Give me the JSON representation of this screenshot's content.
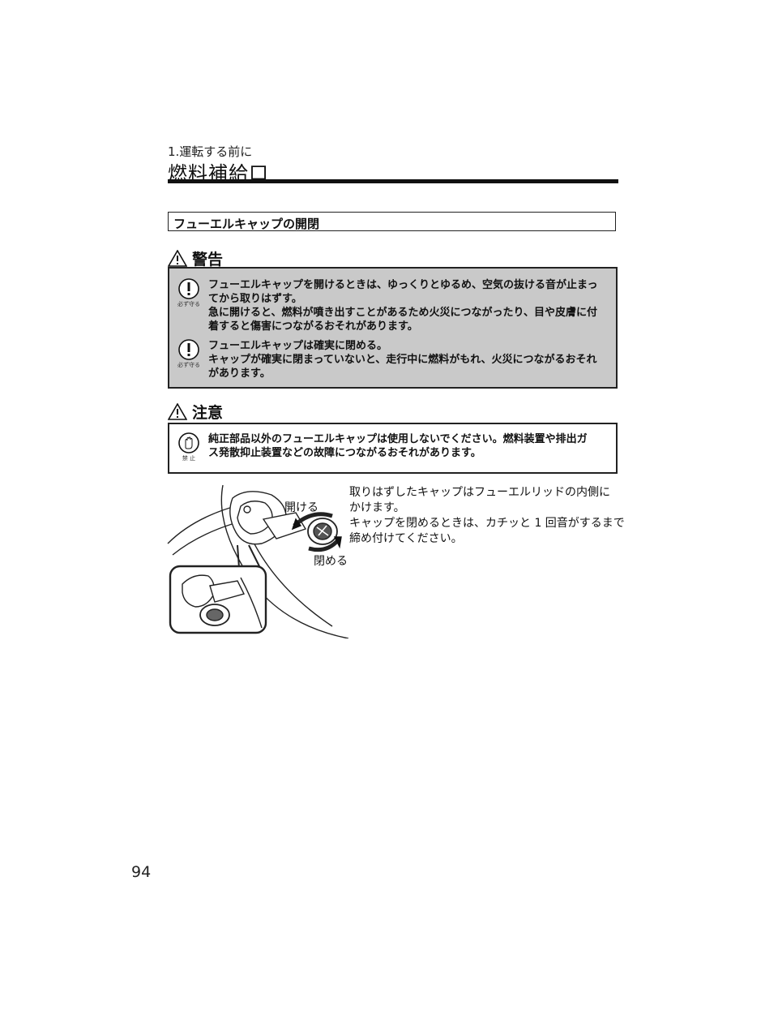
{
  "header": {
    "chapter": "1.運転する前に",
    "title": "燃料補給口"
  },
  "section": {
    "title": "フューエルキャップの開閉"
  },
  "warning": {
    "heading": "警告",
    "items": [
      {
        "badge": "必ず守る",
        "lines": [
          "フューエルキャップを開けるときは、ゆっくりとゆるめ、空気の抜ける音が止まっ",
          "てから取りはずす。",
          "急に開けると、燃料が噴き出すことがあるため火災につながったり、目や皮膚に付",
          "着すると傷害につながるおそれがあります。"
        ]
      },
      {
        "badge": "必ず守る",
        "lines": [
          "フューエルキャップは確実に閉める。",
          "キャップが確実に閉まっていないと、走行中に燃料がもれ、火災につながるおそれ",
          "があります。"
        ]
      }
    ]
  },
  "caution": {
    "heading": "注意",
    "items": [
      {
        "badge": "禁 止",
        "lines": [
          "純正部品以外のフューエルキャップは使用しないでください。燃料装置や排出ガ",
          "ス発散抑止装置などの故障につながるおそれがあります。"
        ]
      }
    ]
  },
  "figure": {
    "label_open": "開ける",
    "label_close": "閉める"
  },
  "body": {
    "lines": [
      "取りはずしたキャップはフューエルリッドの内側に",
      "かけます。",
      "キャップを閉めるときは、カチッと 1 回音がするまで",
      "締め付けてください。"
    ]
  },
  "page_number": "94"
}
